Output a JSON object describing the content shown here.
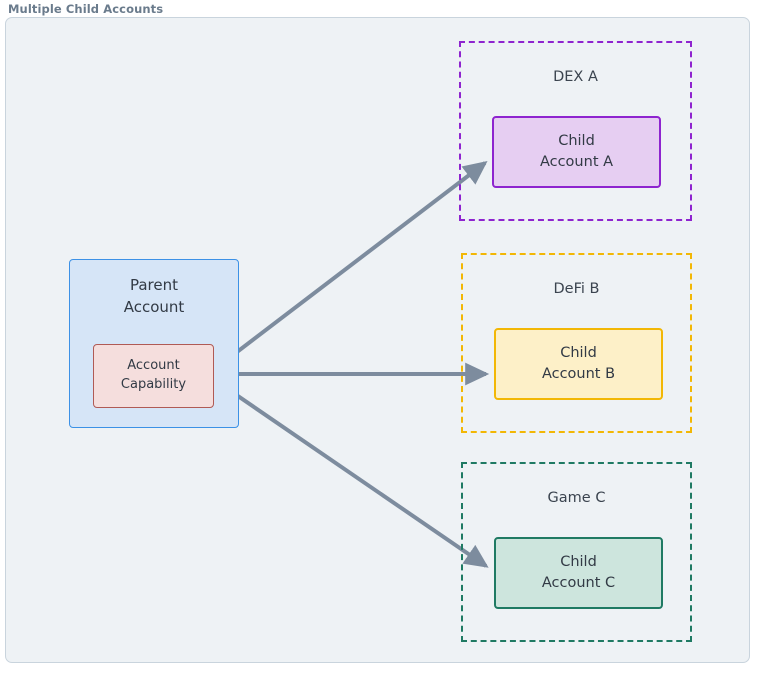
{
  "diagram": {
    "title": "Multiple Child Accounts",
    "type": "flowchart",
    "background_color": "#eef2f5",
    "frame_border_color": "#c9d4dd",
    "edge_color": "#7d8c9e",
    "nodes": {
      "parent": {
        "label_line1": "Parent",
        "label_line2": "Account",
        "fill": "#d6e5f7",
        "stroke": "#3c91e6"
      },
      "capability": {
        "label_line1": "Account",
        "label_line2": "Capability",
        "fill": "#f5dedd",
        "stroke": "#b05a55"
      },
      "child_a": {
        "label_line1": "Child",
        "label_line2": "Account A",
        "fill": "#e6cef2",
        "stroke": "#8e24cf"
      },
      "child_b": {
        "label_line1": "Child",
        "label_line2": "Account B",
        "fill": "#fdf0c8",
        "stroke": "#f2b705"
      },
      "child_c": {
        "label_line1": "Child",
        "label_line2": "Account C",
        "fill": "#cde5dd",
        "stroke": "#1f7a63"
      }
    },
    "clusters": {
      "dex": {
        "title": "DEX A",
        "stroke": "#8e24cf",
        "style": "dashed"
      },
      "defi": {
        "title": "DeFi B",
        "stroke": "#f2b705",
        "style": "dashed"
      },
      "game": {
        "title": "Game C",
        "stroke": "#1f7a63",
        "style": "dashed"
      }
    },
    "edges": [
      {
        "from": "capability",
        "to": "child_a",
        "label": "",
        "style": "solid-arrow"
      },
      {
        "from": "capability",
        "to": "child_b",
        "label": "",
        "style": "solid-arrow"
      },
      {
        "from": "capability",
        "to": "child_c",
        "label": "",
        "style": "solid-arrow"
      }
    ]
  }
}
